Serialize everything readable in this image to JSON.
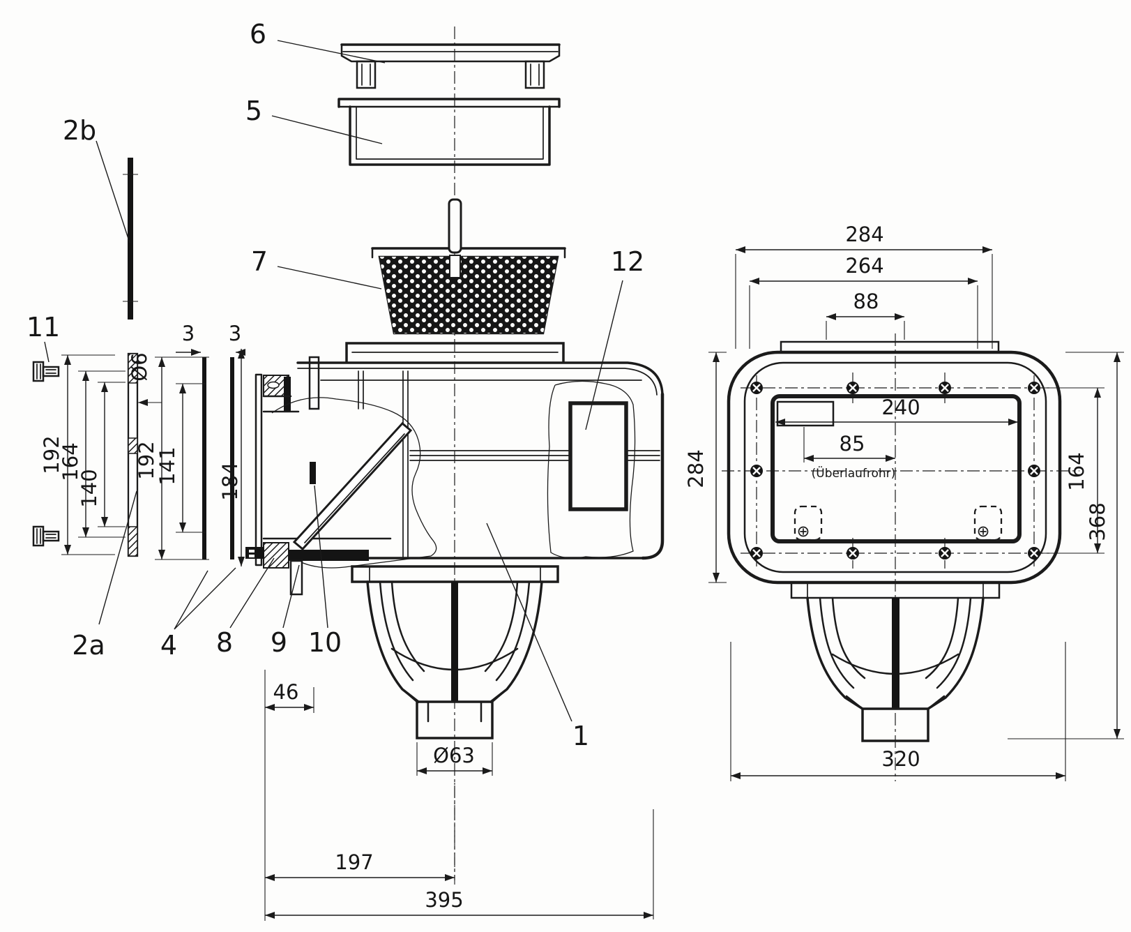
{
  "drawing": {
    "kind": "skimmer exploded side section and front view technical drawing",
    "ink_color": "#1b1b1b",
    "paper_color": "#fdfdfc"
  },
  "part_labels": {
    "p1": "1",
    "p2a": "2a",
    "p2b": "2b",
    "p3a": "3",
    "p3b": "3",
    "p4": "4",
    "p5": "5",
    "p6": "6",
    "p7": "7",
    "p8": "8",
    "p9": "9",
    "p10": "10",
    "p11": "11",
    "p12": "12"
  },
  "dims_side": {
    "plate_outer": "192",
    "plate_mid": "164",
    "plate_inner": "140",
    "hole_dia": "Ø6",
    "gasket_outer": "192",
    "gasket_mid": "141",
    "gasket_thk_a": "3",
    "gasket_thk_b": "3",
    "mouth_height": "184",
    "front_offset": "46",
    "outlet_dia": "Ø63",
    "outlet_pos": "197",
    "overall_length": "395"
  },
  "dims_front": {
    "width_top": "284",
    "width_screws": "264",
    "width_neck": "88",
    "opening_width": "240",
    "overflow_offset": "85",
    "overflow_note": "(Überlaufrohr)",
    "height_left": "284",
    "height_screws": "164",
    "height_total": "368",
    "width_base": "320"
  }
}
